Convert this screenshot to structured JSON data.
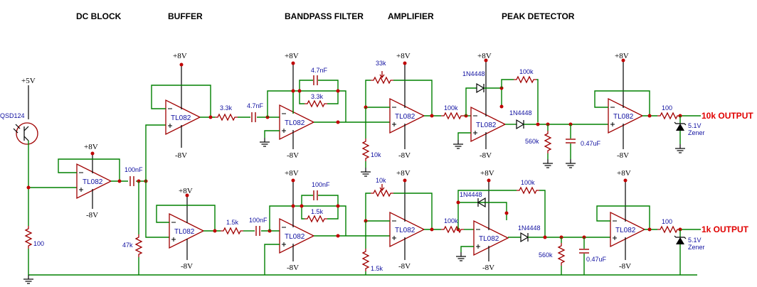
{
  "sections": {
    "dc_block": "DC BLOCK",
    "buffer": "BUFFER",
    "bandpass": "BANDPASS FILTER",
    "amplifier": "AMPLIFIER",
    "peak": "PEAK DETECTOR"
  },
  "power": {
    "pos5": "+5V",
    "pos8": "+8V",
    "neg8": "-8V"
  },
  "opamp": "TL082",
  "sensor": "QSD124",
  "comp": {
    "r100": "100",
    "c100n": "100nF",
    "r47k": "47k",
    "r3k3": "3.3k",
    "c4n7": "4.7nF",
    "r33k": "33k",
    "r10k": "10k",
    "r100k": "100k",
    "diode": "1N4448",
    "r560k": "560k",
    "c047": "0.47uF",
    "r1k5": "1.5k",
    "zener_v": "5.1V",
    "zener": "Zener"
  },
  "outputs": {
    "top": "10k OUTPUT",
    "bottom": "1k OUTPUT"
  },
  "colors": {
    "wire": "#008000",
    "component": "#a00000",
    "label": "#1010a0",
    "output": "#e00000"
  }
}
